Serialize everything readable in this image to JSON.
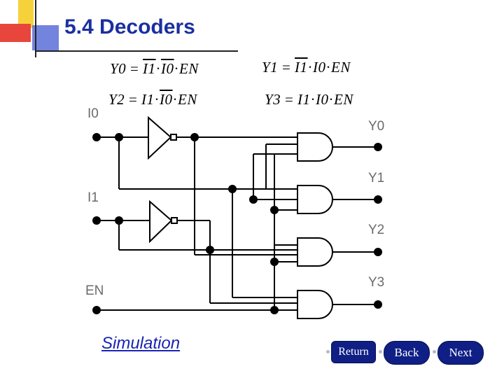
{
  "title": "5.4 Decoders",
  "equations": {
    "y0": {
      "lhs": "Y0",
      "eq": "=",
      "a": "I1",
      "dot1": "·",
      "b": "I0",
      "dot2": "·",
      "c": "EN"
    },
    "y1": {
      "lhs": "Y1",
      "eq": "=",
      "a": "I1",
      "dot1": "·",
      "b": "I0",
      "dot2": "·",
      "c": "EN"
    },
    "y2": {
      "lhs": "Y2",
      "eq": "=",
      "a": "I1",
      "dot1": "·",
      "b": "I0",
      "dot2": "·",
      "c": "EN"
    },
    "y3": {
      "lhs": "Y3",
      "eq": "=",
      "a": "I1",
      "dot1": "·",
      "b": "I0",
      "dot2": "·",
      "c": "EN"
    }
  },
  "inputs": {
    "i0": "I0",
    "i1": "I1",
    "en": "EN"
  },
  "outputs": {
    "y0": "Y0",
    "y1": "Y1",
    "y2": "Y2",
    "y3": "Y3"
  },
  "simulation_link": "Simulation",
  "nav": {
    "return": "Return",
    "back": "Back",
    "next": "Next"
  },
  "colors": {
    "title": "#1b2fa0",
    "link": "#1a23b5",
    "button": "#0f1f86",
    "label": "#6b6b6b"
  }
}
